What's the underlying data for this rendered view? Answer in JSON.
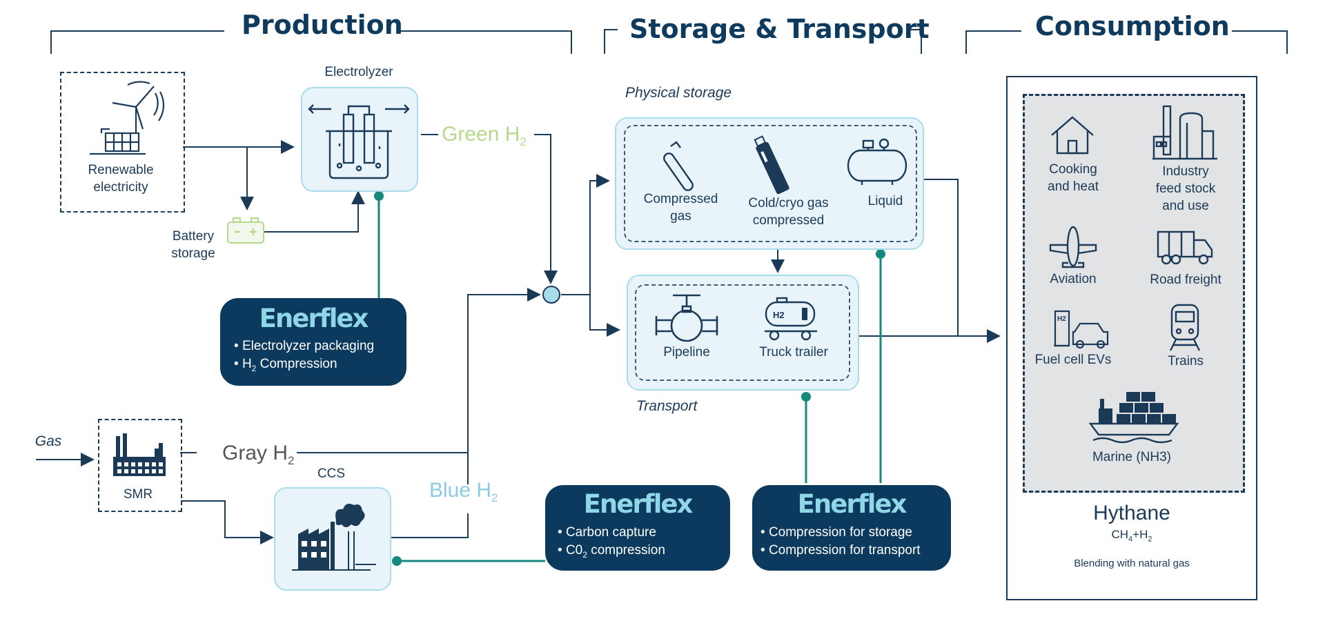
{
  "sections": {
    "production": "Production",
    "storage_transport": "Storage & Transport",
    "consumption": "Consumption"
  },
  "production": {
    "renewable": "Renewable electricity",
    "electrolyzer": "Electrolyzer",
    "battery": "Battery storage",
    "green_h2": "Green H",
    "gas": "Gas",
    "smr": "SMR",
    "gray_h2": "Gray H",
    "ccs": "CCS",
    "blue_h2": "Blue H",
    "h2_subscript": "2"
  },
  "enerflex_logo": "Enerflex",
  "enerflex_boxes": {
    "electrolyzer": [
      "Electrolyzer packaging",
      "H",
      "2",
      " Compression"
    ],
    "ccs": [
      "Carbon capture",
      "C0",
      "2",
      " compression"
    ],
    "storage": [
      "Compression for storage",
      "Compression for transport"
    ]
  },
  "storage": {
    "physical_title": "Physical storage",
    "compressed": "Compressed gas",
    "cryo": "Cold/cryo gas compressed",
    "liquid": "Liquid",
    "transport_title": "Transport",
    "pipeline": "Pipeline",
    "truck": "Truck trailer",
    "truck_tank_label": "H2"
  },
  "consumption": {
    "cooking": "Cooking and heat",
    "industry": "Industry feed stock and use",
    "aviation": "Aviation",
    "road": "Road freight",
    "fuelcell": "Fuel cell EVs",
    "trains": "Trains",
    "marine": "Marine (NH3)",
    "hythane": "Hythane",
    "hythane_formula": [
      "CH",
      "4",
      "+H",
      "2"
    ],
    "blending": "Blending with natural gas"
  },
  "colors": {
    "navy": "#0b3a5e",
    "line": "#1b3a57",
    "teal": "#14897c",
    "light_blue_fill": "#e8f4fa",
    "light_blue_border": "#a8dcec",
    "green_h2": "#b6d98a",
    "blue_h2": "#8ccbe3",
    "gray_h2": "#555555",
    "consumption_bg": "#e2e3e5"
  }
}
